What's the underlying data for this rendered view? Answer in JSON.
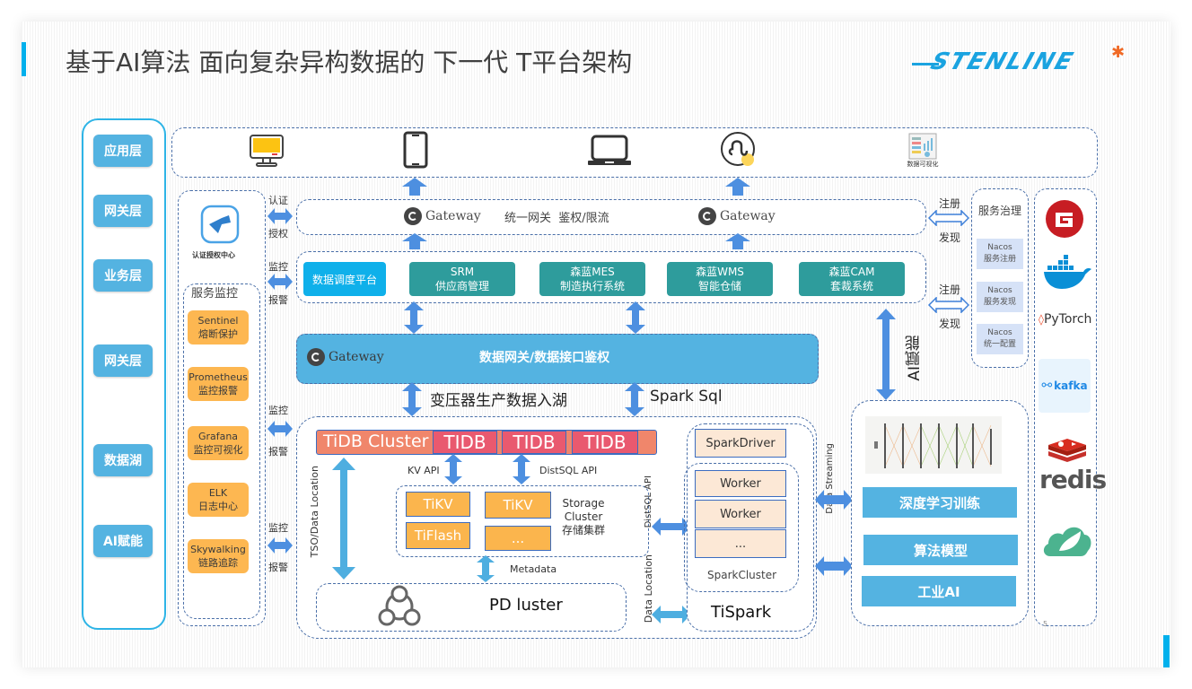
{
  "header": {
    "title": "基于AI算法 面向复杂异构数据的 下一代 T平台架构",
    "logo_text": "STENLINE",
    "accent_color": "#00b0ec"
  },
  "layers": [
    "应用层",
    "网关层",
    "业务层",
    "网关层",
    "数据湖",
    "AI赋能"
  ],
  "app_row": {
    "icons": [
      "desktop-monitor",
      "mobile-phone",
      "laptop",
      "mini-program",
      "data-visualization"
    ],
    "data_vis_caption": "数据可视化"
  },
  "auth_center": {
    "label": "认证授权中心"
  },
  "service_monitor": {
    "title": "服务监控",
    "items": [
      {
        "name": "Sentinel",
        "desc": "熔断保护"
      },
      {
        "name": "Prometheus",
        "desc": "监控报警"
      },
      {
        "name": "Grafana",
        "desc": "监控可视化"
      },
      {
        "name": "ELK",
        "desc": "日志中心"
      },
      {
        "name": "Skywalking",
        "desc": "链路追踪"
      }
    ]
  },
  "side_arrows": [
    {
      "top": "认证",
      "bottom": "授权"
    },
    {
      "top": "监控",
      "bottom": "报警"
    },
    {
      "top": "监控",
      "bottom": "报警"
    },
    {
      "top": "监控",
      "bottom": "报警"
    }
  ],
  "gateway_row": {
    "gateway_label": "Gateway",
    "middle_text": "统一网关  鉴权/限流"
  },
  "business_row": {
    "items": [
      {
        "line1": "数据调度平台",
        "line2": ""
      },
      {
        "line1": "SRM",
        "line2": "供应商管理"
      },
      {
        "line1": "森蓝MES",
        "line2": "制造执行系统"
      },
      {
        "line1": "森蓝WMS",
        "line2": "智能仓储"
      },
      {
        "line1": "森蓝CAM",
        "line2": "套裁系统"
      }
    ]
  },
  "service_governance": {
    "title": "服务治理",
    "arrows": [
      {
        "top": "注册",
        "bottom": "发现"
      },
      {
        "top": "注册",
        "bottom": "发现"
      }
    ],
    "nacos": [
      {
        "name": "Nacos",
        "desc": "服务注册"
      },
      {
        "name": "Nacos",
        "desc": "服务发现"
      },
      {
        "name": "Nacos",
        "desc": "统一配置"
      }
    ]
  },
  "data_gateway": {
    "gateway_label": "Gateway",
    "title": "数据网关/数据接口鉴权",
    "left_arrow_label": "变压器生产数据入湖",
    "right_arrow_label": "Spark Sql"
  },
  "tidb": {
    "cluster_label": "TiDB Cluster",
    "nodes": [
      "TIDB",
      "TIDB",
      "TIDB"
    ],
    "kv_api": "KV API",
    "distsql_api": "DistSQL API",
    "tso_label": "TSO/Data Location",
    "storage": {
      "nodes": [
        "TiKV",
        "TiKV",
        "TiFlash",
        "..."
      ],
      "label_line1": "Storage",
      "label_line2": "Cluster",
      "label_line3": "存储集群"
    },
    "metadata": "Metadata",
    "pd_label": "PD luster",
    "distsql_api_vertical": "DistSQL API",
    "data_location_vertical": "Data Location"
  },
  "tispark": {
    "driver": "SparkDriver",
    "workers": [
      "Worker",
      "Worker",
      "..."
    ],
    "cluster_label": "SparkCluster",
    "title": "TiSpark",
    "streaming_label": "Data Streaming"
  },
  "ai": {
    "arrow_label": "AI赋能",
    "boxes": [
      "深度学习训练",
      "算法模型",
      "工业AI"
    ]
  },
  "tech_stack": [
    "gitee-logo",
    "docker-logo",
    "PyTorch",
    "kafka",
    "redis",
    "spring-cloud-logo"
  ],
  "tech_text": {
    "pytorch": "PyTorch",
    "kafka": "kafka",
    "redis": "redis"
  },
  "page_number": "5"
}
